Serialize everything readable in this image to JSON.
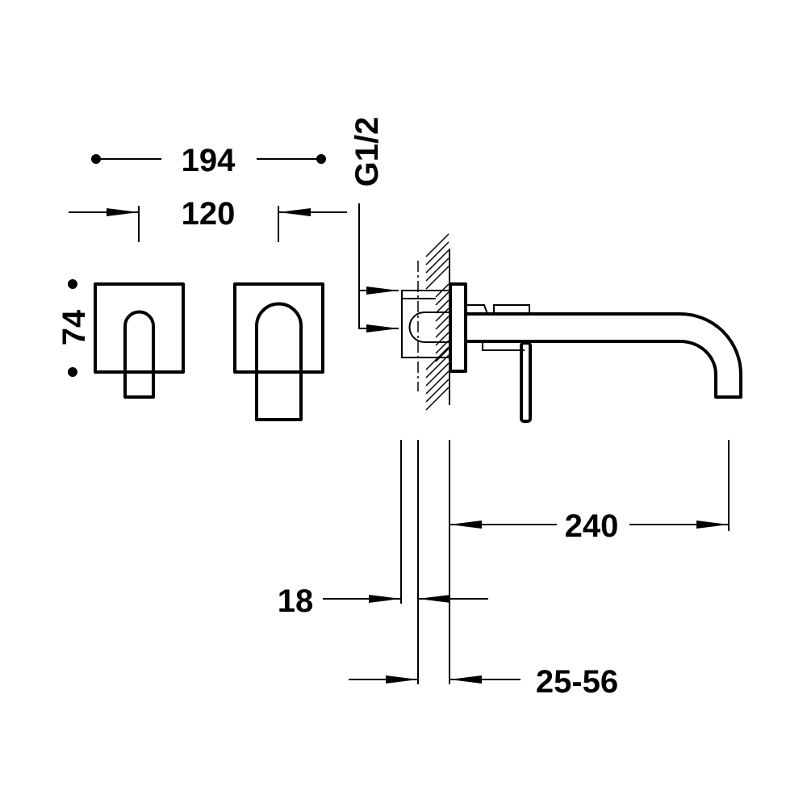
{
  "drawing": {
    "dimensions": {
      "overall_width": "194",
      "handle_spacing": "120",
      "plate_height": "74",
      "inlet_thread": "G1/2",
      "spout_projection": "240",
      "body_depth": "18",
      "wall_range": "25-56"
    },
    "colors": {
      "line": "#000000",
      "background": "#ffffff"
    }
  }
}
